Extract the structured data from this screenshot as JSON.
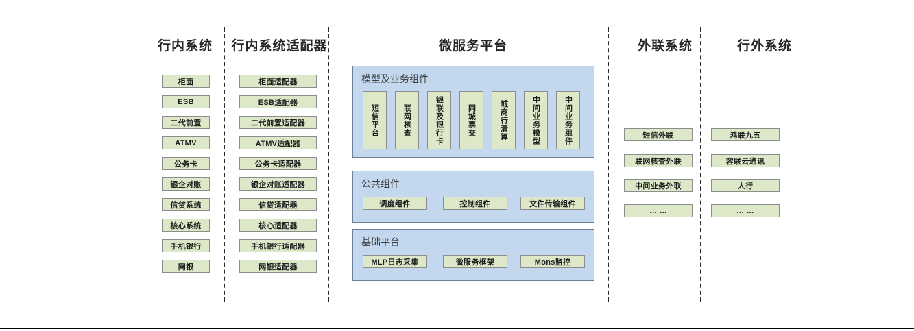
{
  "columns": {
    "internal": {
      "title": "行内系统",
      "items": [
        "柜面",
        "ESB",
        "二代前置",
        "ATMV",
        "公务卡",
        "银企对账",
        "信贷系统",
        "核心系统",
        "手机银行",
        "网银"
      ]
    },
    "adapter": {
      "title": "行内系统适配器",
      "items": [
        "柜面适配器",
        "ESB适配器",
        "二代前置适配器",
        "ATMV适配器",
        "公务卡适配器",
        "银企对账适配器",
        "信贷适配器",
        "核心适配器",
        "手机银行适配器",
        "网银适配器"
      ]
    },
    "platform": {
      "title": "微服务平台",
      "panels": [
        {
          "title": "模型及业务组件",
          "orientation": "vertical",
          "items": [
            "短信平台",
            "联网核查",
            "银联及银行卡",
            "同城票交",
            "城商行清算",
            "中间业务模型",
            "中间业务组件"
          ]
        },
        {
          "title": "公共组件",
          "orientation": "horizontal",
          "items": [
            "调度组件",
            "控制组件",
            "文件传输组件"
          ]
        },
        {
          "title": "基础平台",
          "orientation": "horizontal",
          "items": [
            "MLP日志采集",
            "微服务框架",
            "Mons监控"
          ]
        }
      ]
    },
    "external_link": {
      "title": "外联系统",
      "items": [
        "短信外联",
        "联网核查外联",
        "中间业务外联",
        "… …"
      ]
    },
    "outside": {
      "title": "行外系统",
      "items": [
        "鸿联九五",
        "容联云通讯",
        "人行",
        "… …"
      ]
    }
  },
  "colors": {
    "node_fill": "#dce8c8",
    "node_border": "#8c8c8c",
    "panel_fill": "#c3d8ef",
    "panel_border": "#6b7f96",
    "divider": "#2b2b2b",
    "text": "#1f1f1f",
    "title_text": "#262626"
  }
}
